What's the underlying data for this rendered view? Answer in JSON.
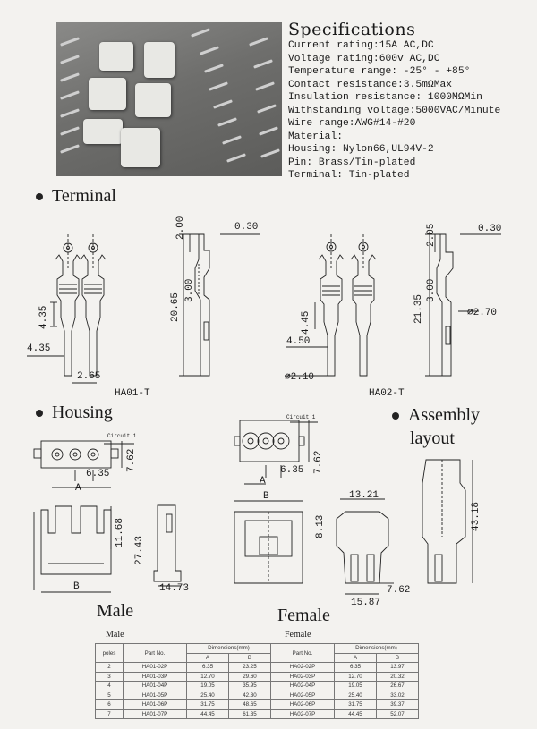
{
  "specifications": {
    "title": "Specifications",
    "lines": [
      "Current rating:15A AC,DC",
      "Voltage rating:600v AC,DC",
      "Temperature range: -25°  -  +85°",
      "Contact resistance:3.5mΩMax",
      "Insulation resistance: 1000MΩMin",
      "Withstanding voltage:5000VAC/Minute",
      "Wire range:AWG#14-#20",
      "Material:",
      "Housing: Nylon66,UL94V-2",
      "Pin: Brass/Tin-plated",
      "Terminal: Tin-plated"
    ]
  },
  "sections": {
    "terminal": "Terminal",
    "housing": "Housing",
    "assembly_line1": "Assembly",
    "assembly_line2": "layout",
    "male": "Male",
    "female": "Female"
  },
  "terminal_drawings": {
    "ha01": {
      "caption": "HA01-T",
      "dims": [
        "2.00",
        "0.30",
        "20.65",
        "3.00",
        "4.35",
        "4.35",
        "2.65"
      ]
    },
    "ha02": {
      "caption": "HA02-T",
      "dims": [
        "2.05",
        "0.30",
        "21.35",
        "3.00",
        "4.45",
        "4.50",
        "∅2.10",
        "∅2.70"
      ]
    }
  },
  "housing_drawings": {
    "male_top": {
      "circuit": "Circuit 1",
      "a": "A",
      "dims": [
        "6.35",
        "7.62"
      ]
    },
    "female_top": {
      "circuit": "Circuit 1",
      "a": "A",
      "dims": [
        "6.35",
        "7.62"
      ]
    },
    "male_side": {
      "b": "B",
      "dims": [
        "11.68",
        "27.43",
        "14.73"
      ]
    },
    "female_side": {
      "b": "B",
      "dims": [
        "13.21",
        "8.13",
        "7.62",
        "15.87"
      ]
    },
    "assembly": {
      "dims": [
        "43.18"
      ]
    }
  },
  "table": {
    "male_label": "Male",
    "female_label": "Female",
    "headers": {
      "poles": "poles",
      "part_no": "Part No.",
      "dimensions": "Dimensions(mm)",
      "a": "A",
      "b": "B"
    },
    "rows": [
      [
        "2",
        "HA01-02P",
        "6.35",
        "23.25",
        "HA02-02P",
        "6.35",
        "13.97"
      ],
      [
        "3",
        "HA01-03P",
        "12.70",
        "29.60",
        "HA02-03P",
        "12.70",
        "20.32"
      ],
      [
        "4",
        "HA01-04P",
        "19.05",
        "35.95",
        "HA02-04P",
        "19.05",
        "26.67"
      ],
      [
        "5",
        "HA01-05P",
        "25.40",
        "42.30",
        "HA02-05P",
        "25.40",
        "33.02"
      ],
      [
        "6",
        "HA01-06P",
        "31.75",
        "48.65",
        "HA02-06P",
        "31.75",
        "39.37"
      ],
      [
        "7",
        "HA01-07P",
        "44.45",
        "61.35",
        "HA02-07P",
        "44.45",
        "52.07"
      ]
    ]
  }
}
